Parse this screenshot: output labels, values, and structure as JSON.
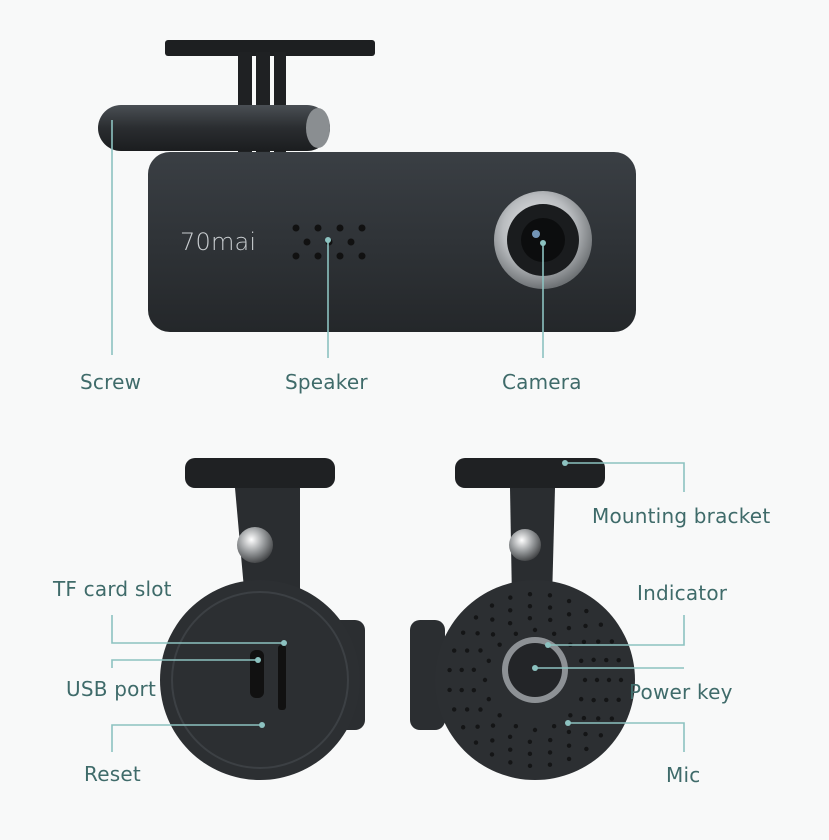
{
  "brand_logo": "70mai",
  "colors": {
    "label_text": "#3f6b6a",
    "leader_line": "#8cc2c0",
    "device_body": "#2d3135"
  },
  "labels": {
    "screw": "Screw",
    "speaker": "Speaker",
    "camera": "Camera",
    "mounting_bracket": "Mounting bracket",
    "tf_card_slot": "TF card slot",
    "indicator": "Indicator",
    "usb_port": "USB port",
    "power_key": "Power key",
    "reset": "Reset",
    "mic": "Mic"
  }
}
